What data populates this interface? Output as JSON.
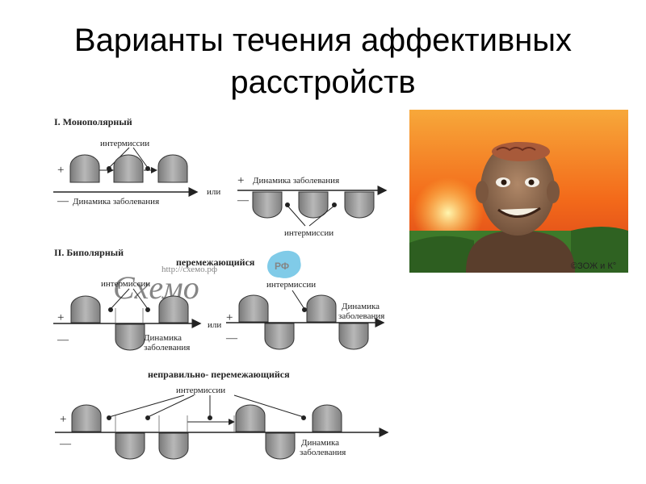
{
  "slide": {
    "title_line1": "Варианты течения аффективных",
    "title_line2": "расстройств"
  },
  "section1": {
    "header": "I. Монополярный",
    "intermissions": "интермиссии",
    "dynamics": "Динамика заболевания",
    "or": "или",
    "dynamics_right": "Динамика заболевания",
    "intermissions_right": "интермиссии",
    "plus": "+",
    "minus": "—"
  },
  "section2": {
    "header": "II. Биполярный",
    "alternating": "перемежающийся",
    "intermissions_left": "интермиссии",
    "intermissions_right": "интермиссии",
    "dynamics_left_1": "Динамика",
    "dynamics_left_2": "заболевания",
    "dynamics_right_1": "Динамика",
    "dynamics_right_2": "заболевания",
    "or": "или",
    "plus": "+",
    "minus": "—"
  },
  "section3": {
    "header": "неправильно- перемежающийся",
    "intermissions": "интермиссии",
    "dynamics_1": "Динамика",
    "dynamics_2": "заболевания",
    "plus": "+",
    "minus": "—"
  },
  "watermark": {
    "logo_text": "Схемо",
    "url": "http://схемо.рф",
    "badge": "РФ"
  },
  "photo": {
    "caption": "©ЗОЖ и К°"
  }
}
